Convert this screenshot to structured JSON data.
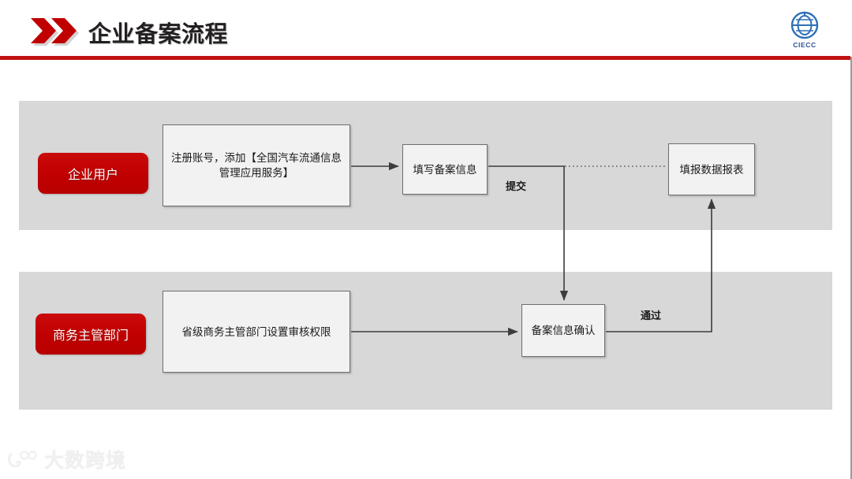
{
  "header": {
    "title": "企业备案流程",
    "bullet_icon": "double-chevron-right-icon",
    "rule_color": "#bf1212",
    "logo": {
      "icon": "ciecc-globe-logo-icon",
      "text": "CIECC",
      "color": "#2e4f8f"
    }
  },
  "diagram": {
    "accent_color": "#c00000",
    "band_color": "#d8d8d8",
    "box_fill": "#f2f2f2",
    "box_border": "#6e6e6e",
    "lanes": [
      {
        "role": "企业用户",
        "steps": [
          {
            "id": "register",
            "label": "注册账号，添加【全国汽车流通信息管理应用服务】"
          },
          {
            "id": "fillinfo",
            "label": "填写备案信息"
          },
          {
            "id": "report",
            "label": "填报数据报表"
          }
        ]
      },
      {
        "role": "商务主管部门",
        "steps": [
          {
            "id": "setauth",
            "label": "省级商务主管部门设置审核权限"
          },
          {
            "id": "confirm",
            "label": "备案信息确认"
          }
        ]
      }
    ],
    "edges": [
      {
        "from": "register",
        "to": "fillinfo",
        "label": "",
        "style": "solid"
      },
      {
        "from": "fillinfo",
        "to": "report",
        "label": "",
        "style": "dotted"
      },
      {
        "from": "fillinfo",
        "to": "confirm",
        "label": "提交",
        "style": "solid"
      },
      {
        "from": "setauth",
        "to": "confirm",
        "label": "",
        "style": "solid"
      },
      {
        "from": "confirm",
        "to": "report",
        "label": "通过",
        "style": "solid"
      }
    ],
    "edge_labels": {
      "submit": "提交",
      "pass": "通过"
    }
  },
  "footer": {
    "watermark_text": "大数跨境",
    "watermark_icon": "dashu-kuajing-logo-icon"
  }
}
